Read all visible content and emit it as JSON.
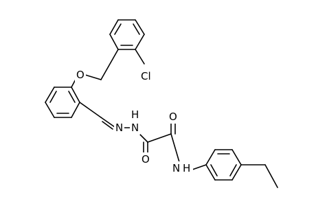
{
  "molecule": {
    "atoms": {
      "cl": "Cl",
      "ether_o": "O",
      "imine_n": "N",
      "hydrazide_n": "N",
      "hydrazide_h": "H",
      "carbonyl_o1": "O",
      "carbonyl_o2": "O",
      "amide_n": "N",
      "amide_h": "H"
    }
  },
  "colors": {
    "bond": "#000000",
    "background": "#ffffff"
  }
}
